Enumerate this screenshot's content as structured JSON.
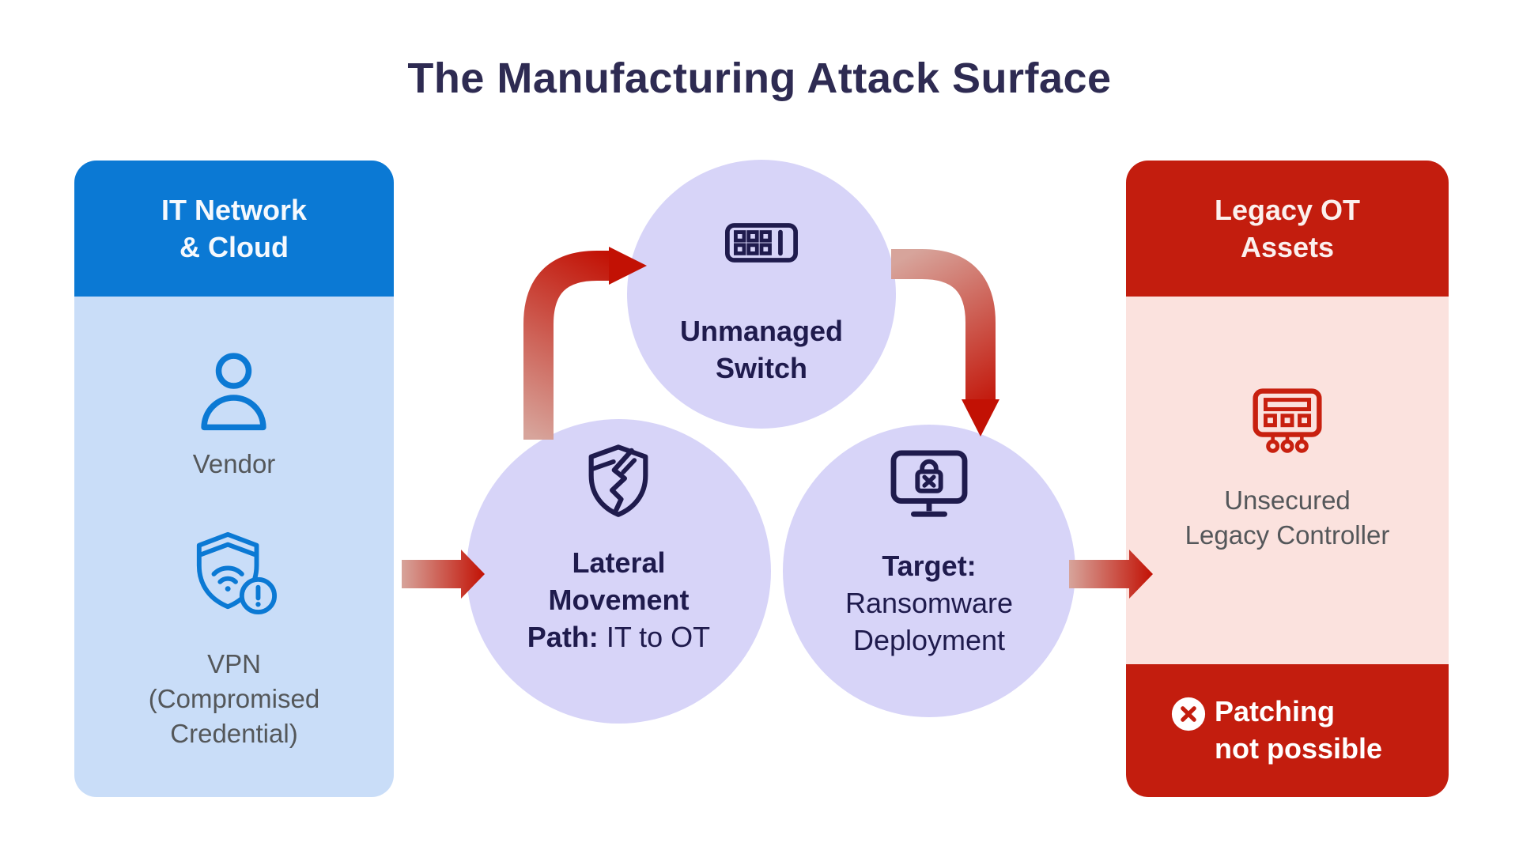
{
  "title": "The Manufacturing Attack Surface",
  "left_panel": {
    "header_line1": "IT Network",
    "header_line2": "& Cloud",
    "vendor_label": "Vendor",
    "vpn_label": "VPN (Compromised Credential)"
  },
  "nodes": {
    "switch": {
      "line1": "Unmanaged",
      "line2": "Switch"
    },
    "lateral": {
      "line1": "Lateral",
      "line2": "Movement",
      "line3_bold": "Path:",
      "line3_rest": "IT to OT"
    },
    "target": {
      "line1": "Target:",
      "line2": "Ransomware",
      "line3": "Deployment"
    }
  },
  "right_panel": {
    "header_line1": "Legacy OT",
    "header_line2": "Assets",
    "controller_label": "Unsecured Legacy Controller",
    "footer_line1": "Patching",
    "footer_line2": "not possible"
  },
  "icons": {
    "vendor": "person-icon",
    "vpn": "shield-wifi-alert-icon",
    "switch": "network-switch-icon",
    "lateral": "broken-shield-icon",
    "target": "monitor-lock-icon",
    "controller": "legacy-controller-icon",
    "footer": "x-circle-icon"
  },
  "colors": {
    "blue": "#0B79D4",
    "light_blue": "#C9DDF8",
    "lavender": "#D7D4F8",
    "navy": "#1F1B4D",
    "title_navy": "#2E2B52",
    "red": "#C31D0E",
    "pink": "#FBE2DE",
    "arrow_red": "#C21104",
    "arrow_light": "#D7A49B",
    "gray": "#54575A",
    "icon_red": "#C8200F",
    "white": "#FFFFFF"
  }
}
